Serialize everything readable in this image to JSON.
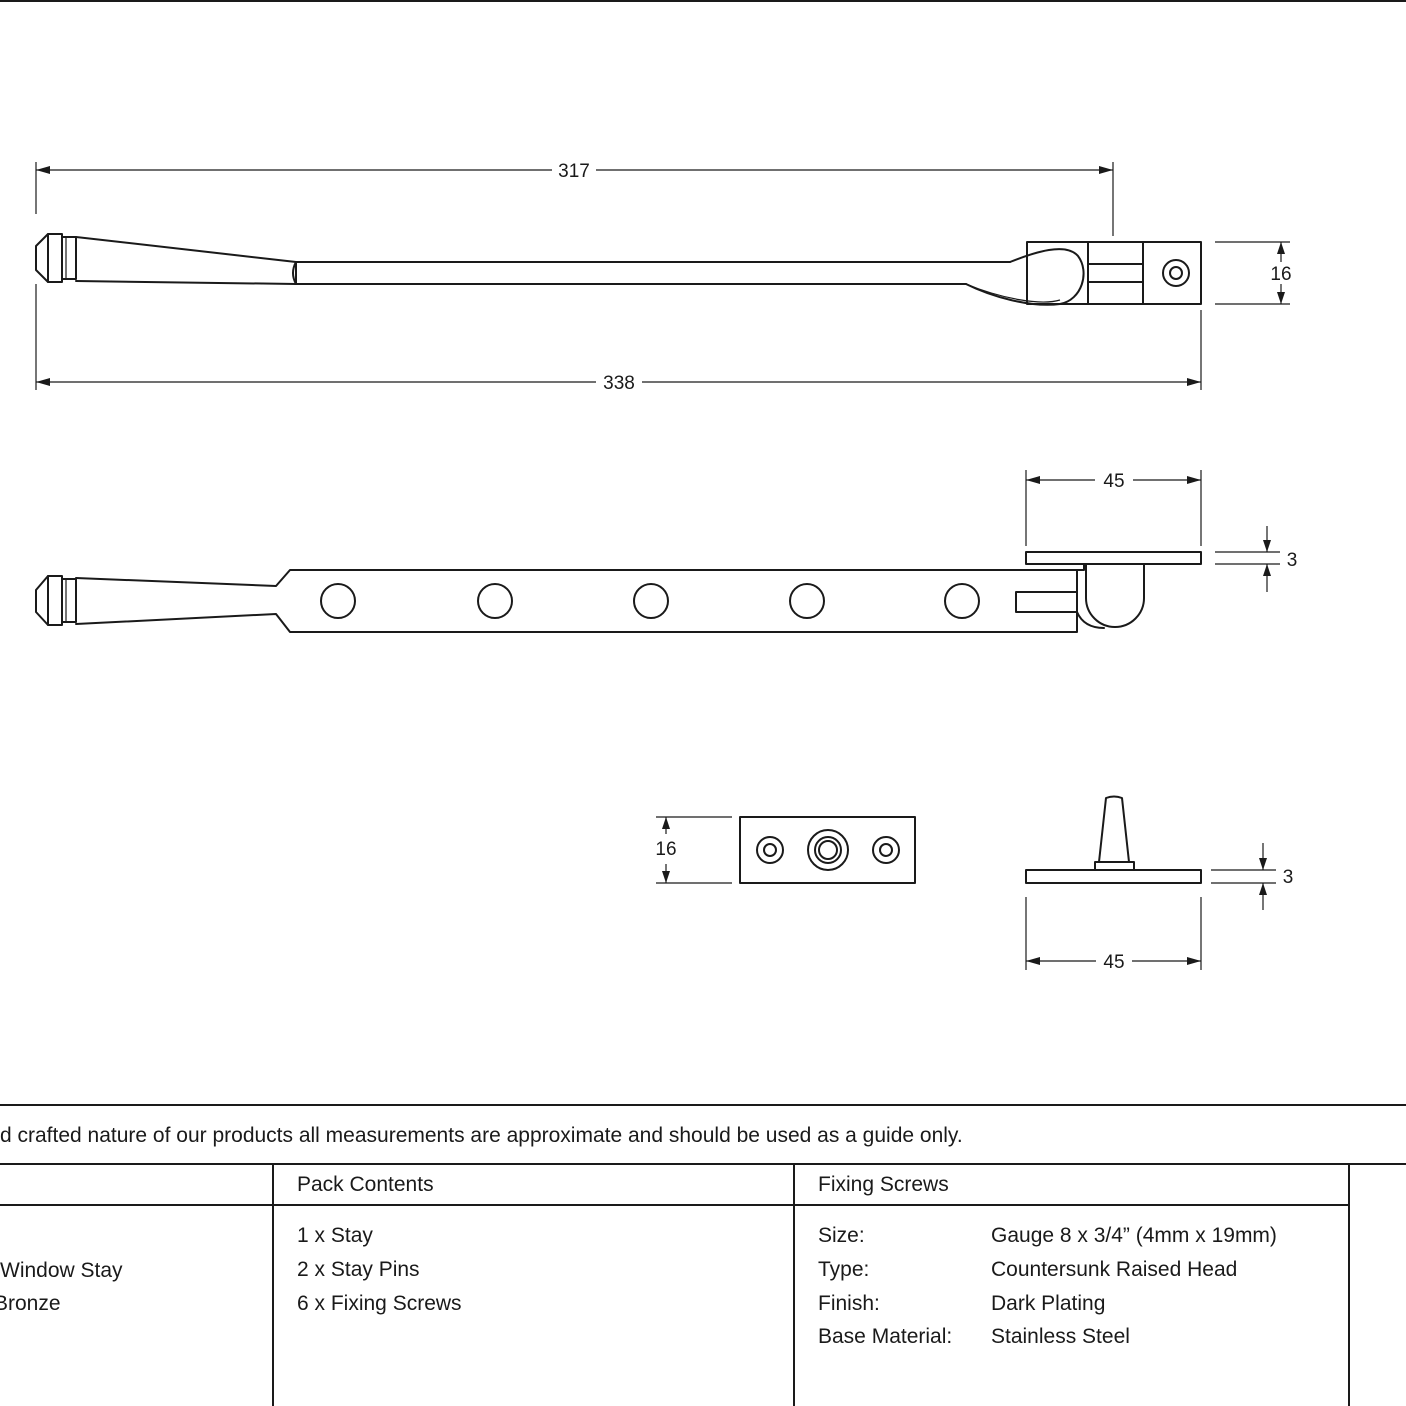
{
  "dimensions": {
    "stay_top_length": "317",
    "stay_overall_length": "338",
    "stay_height": "16",
    "side_plate_length": "45",
    "side_plate_thickness": "3",
    "pin_plate_height": "16",
    "pin_plate_thickness": "3",
    "pin_plate_length": "45"
  },
  "disclaimer": "d crafted nature of our products all measurements are approximate and should be used as a guide only.",
  "table": {
    "col1_rows": [
      "Window Stay",
      "Bronze"
    ],
    "pack_contents": {
      "header": "Pack Contents",
      "items": [
        "1 x Stay",
        "2 x Stay Pins",
        "6 x Fixing Screws"
      ]
    },
    "fixing_screws": {
      "header": "Fixing Screws",
      "rows": [
        {
          "label": "Size:",
          "value": "Gauge 8 x 3/4” (4mm x 19mm)"
        },
        {
          "label": "Type:",
          "value": "Countersunk Raised Head"
        },
        {
          "label": "Finish:",
          "value": "Dark Plating"
        },
        {
          "label": "Base Material:",
          "value": "Stainless Steel"
        }
      ]
    }
  }
}
